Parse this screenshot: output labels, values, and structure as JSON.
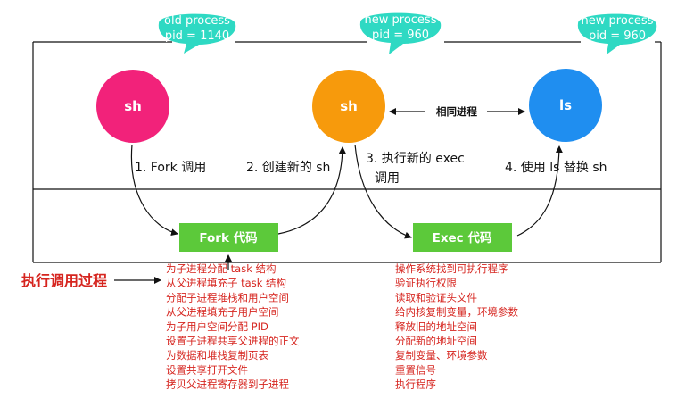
{
  "bubbles": {
    "old": [
      "old process",
      "pid = 1140"
    ],
    "new1": [
      "new process",
      "pid = 960"
    ],
    "new2": [
      "new process",
      "pid = 960"
    ]
  },
  "circles": {
    "sh1": "sh",
    "sh2": "sh",
    "ls": "ls"
  },
  "same_process_label": "相同进程",
  "steps": {
    "s1": "1. Fork 调用",
    "s2": "2. 创建新的 sh",
    "s3_line1": "3. 执行新的 exec",
    "s3_line2": "调用",
    "s4": "4. 使用 ls 替换 sh"
  },
  "boxes": {
    "fork": "Fork 代码",
    "exec": "Exec 代码"
  },
  "exec_process_title": "执行调用过程",
  "fork_items": [
    "为子进程分配 task 结构",
    "从父进程填充子 task 结构",
    "分配子进程堆栈和用户空间",
    "从父进程填充子用户空间",
    "为子用户空间分配 PID",
    "设置子进程共享父进程的正文",
    "为数据和堆栈复制页表",
    "设置共享打开文件",
    "拷贝父进程寄存器到子进程"
  ],
  "exec_items": [
    "操作系统找到可执行程序",
    "验证执行权限",
    "读取和验证头文件",
    "给内核复制变量，环境参数",
    "释放旧的地址空间",
    "分配新的地址空间",
    "复制变量、环境参数",
    "重置信号",
    "执行程序"
  ],
  "colors": {
    "sh1_circle": "#f2227a",
    "sh2_circle": "#f79a0c",
    "ls_circle": "#1f8ef0",
    "bubble": "#2ed9c3",
    "box": "#5cc93a",
    "red_text": "#d6251f"
  }
}
